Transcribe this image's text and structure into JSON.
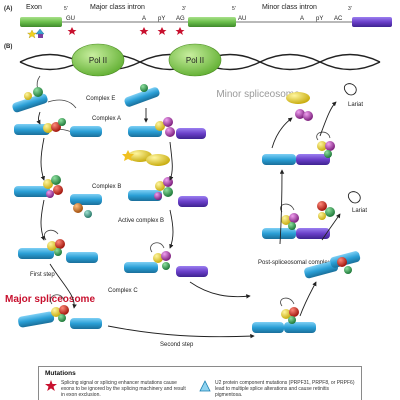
{
  "panel_a": {
    "label": "(A)",
    "exon": "Exon",
    "major_intron": "Major class intron",
    "minor_intron": "Minor class intron",
    "site_gu": "GU",
    "site_a": "A",
    "site_py": "pY",
    "site_ag": "AG",
    "site_au": "AU",
    "site_a2": "A",
    "site_py2": "pY",
    "site_ac": "AC",
    "five_prime": "5'",
    "three_prime": "3'",
    "five_prime_2": "5'",
    "three_prime_2": "3'"
  },
  "panel_b": {
    "label": "(B)",
    "pol_ii_left": "Pol II",
    "pol_ii_right": "Pol II",
    "minor_spliceosome": "Minor spliceosome",
    "major_spliceosome": "Major spliceosome",
    "complex_e": "Complex E",
    "complex_a": "Complex A",
    "complex_b": "Complex B",
    "active_complex_b": "Active complex B",
    "complex_c": "Complex C",
    "first_step": "First step",
    "second_step": "Second step",
    "post_spliceosomal": "Post-spliceosomal complex",
    "lariat_top": "Lariat",
    "lariat_bottom": "Lariat"
  },
  "mutations": {
    "title": "Mutations",
    "item1": "Splicing signal or splicing enhancer mutations cause exons to be ignored by the splicing machinery and result in exon exclusion.",
    "item2": "U2 protein component mutations (PRPF31, PRPF8, or PRPF6) lead to multiple splice alterations and cause retinitis pigmentosa."
  },
  "colors": {
    "exon_green": "#6abf4b",
    "exon_blue": "#2a9fd6",
    "exon_purple": "#6a3fc9",
    "pol_ii": "#7cc242",
    "mutation_star": "#c8102e",
    "snrnp_yellow": "#e8d021",
    "snrnp_green": "#3aa655",
    "snrnp_red": "#d9261c",
    "snrnp_magenta": "#b83ab8",
    "snrnp_orange": "#e07b1a"
  }
}
